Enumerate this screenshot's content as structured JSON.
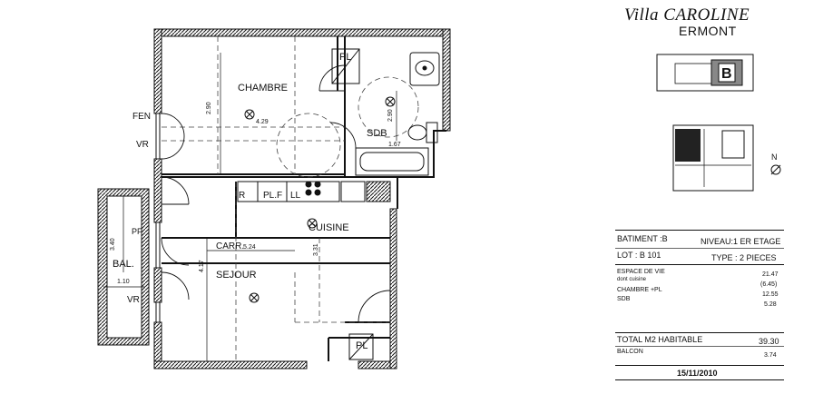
{
  "project": {
    "name": "Villa CAROLINE",
    "city": "ERMONT"
  },
  "plan_labels": {
    "chambre": "CHAMBRE",
    "pl1": "PL",
    "sdb": "SDB",
    "fen": "FEN",
    "vr1": "VR",
    "r": "R",
    "plf": "PL.F",
    "ll": "LL",
    "cuisine": "CUISINE",
    "carr": "CARR.",
    "carr_dim": "5.24",
    "sejour": "SEJOUR",
    "bal": "BAL.",
    "vr2": "VR",
    "pl2": "PL",
    "pf": "PF"
  },
  "dimensions": {
    "chambre_h": "2.90",
    "chambre_area": "4.29",
    "sdb_h": "2.90",
    "sdb_w": "1.67",
    "bal_h": "3.40",
    "bal_w": "1.10",
    "sejour_h": "4.17",
    "kitchen_h": "3.31"
  },
  "key_plan": {
    "building": "B"
  },
  "north": "N",
  "info": {
    "batiment": "BATIMENT :B",
    "niveau": "NIVEAU:1 ER ETAGE",
    "lot": "LOT : B 101",
    "type": "TYPE :  2 PIECES",
    "rooms": [
      {
        "label": "ESPACE DE VIE",
        "value": "21.47"
      },
      {
        "label": "dont cuisine",
        "value": "(6.45)"
      },
      {
        "label": "CHAMBRE +PL",
        "value": "12.55"
      },
      {
        "label": "SDB",
        "value": "5.28"
      }
    ],
    "total_label": "TOTAL M2 HABITABLE",
    "total_value": "39.30",
    "balcon_label": "BALCON",
    "balcon_value": "3.74",
    "date": "15/11/2010"
  }
}
